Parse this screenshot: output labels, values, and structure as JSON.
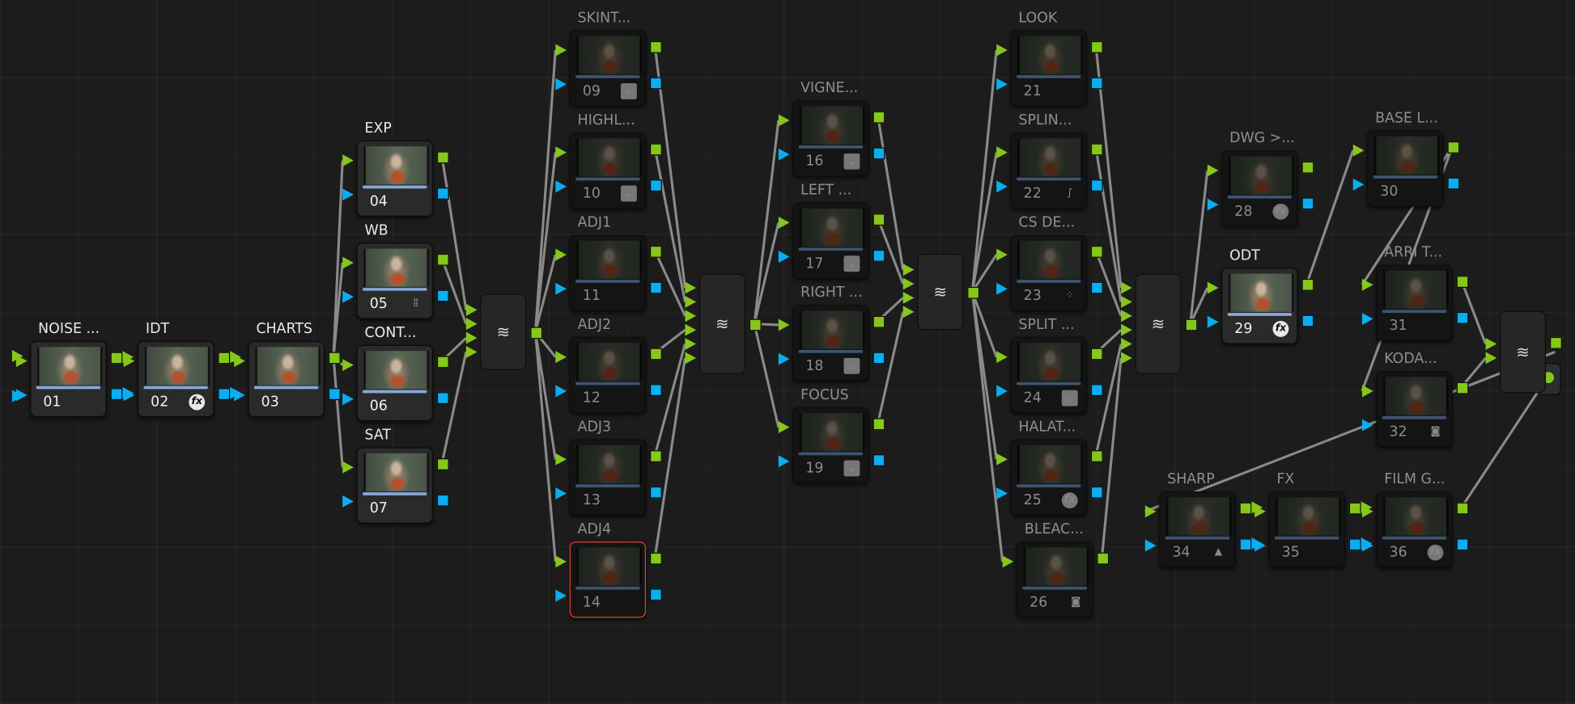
{
  "nodes": [
    {
      "id": "01",
      "label": "NOISE ...",
      "icon": "",
      "state": "active"
    },
    {
      "id": "02",
      "label": "IDT",
      "icon": "fx",
      "state": "active"
    },
    {
      "id": "03",
      "label": "CHARTS",
      "icon": "",
      "state": "active"
    },
    {
      "id": "04",
      "label": "EXP",
      "icon": "",
      "state": "active"
    },
    {
      "id": "05",
      "label": "WB",
      "icon": "bars",
      "state": "active"
    },
    {
      "id": "06",
      "label": "CONT...",
      "icon": "",
      "state": "active"
    },
    {
      "id": "07",
      "label": "SAT",
      "icon": "",
      "state": "active"
    },
    {
      "id": "09",
      "label": "SKINT...",
      "icon": "check",
      "state": "dim"
    },
    {
      "id": "10",
      "label": "HIGHL...",
      "icon": "check",
      "state": "dim"
    },
    {
      "id": "11",
      "label": "ADJ1",
      "icon": "",
      "state": "dim"
    },
    {
      "id": "12",
      "label": "ADJ2",
      "icon": "",
      "state": "dim"
    },
    {
      "id": "13",
      "label": "ADJ3",
      "icon": "",
      "state": "dim"
    },
    {
      "id": "14",
      "label": "ADJ4",
      "icon": "",
      "state": "dim",
      "selected": true
    },
    {
      "id": "16",
      "label": "VIGNE...",
      "icon": "check",
      "state": "dim"
    },
    {
      "id": "17",
      "label": "LEFT ...",
      "icon": "check",
      "state": "dim"
    },
    {
      "id": "18",
      "label": "RIGHT ...",
      "icon": "check",
      "state": "dim"
    },
    {
      "id": "19",
      "label": "FOCUS",
      "icon": "check",
      "state": "dim"
    },
    {
      "id": "21",
      "label": "LOOK",
      "icon": "",
      "state": "dim"
    },
    {
      "id": "22",
      "label": "SPLIN...",
      "icon": "curve",
      "state": "dim"
    },
    {
      "id": "23",
      "label": "CS DE...",
      "icon": "grid",
      "state": "dim"
    },
    {
      "id": "24",
      "label": "SPLIT ...",
      "icon": "check",
      "state": "dim"
    },
    {
      "id": "25",
      "label": "HALAT...",
      "icon": "fx",
      "state": "dim"
    },
    {
      "id": "26",
      "label": "BLEAC...",
      "icon": "compound",
      "state": "dim"
    },
    {
      "id": "28",
      "label": "DWG >...",
      "icon": "fx",
      "state": "dim"
    },
    {
      "id": "29",
      "label": "ODT",
      "icon": "fx",
      "state": "active"
    },
    {
      "id": "30",
      "label": "BASE L...",
      "icon": "",
      "state": "dim"
    },
    {
      "id": "31",
      "label": "ARRI T...",
      "icon": "",
      "state": "dim"
    },
    {
      "id": "32",
      "label": "KODA...",
      "icon": "compound",
      "state": "dim"
    },
    {
      "id": "34",
      "label": "SHARP",
      "icon": "drops",
      "state": "dim"
    },
    {
      "id": "35",
      "label": "FX",
      "icon": "",
      "state": "dim"
    },
    {
      "id": "36",
      "label": "FILM G...",
      "icon": "fx",
      "state": "dim"
    }
  ],
  "icons": {
    "fx": "fx",
    "check": "⌄",
    "bars": "⦙⦙",
    "curve": "∫",
    "grid": "⁘",
    "compound": "◙",
    "drops": "▲"
  },
  "mixers": [
    {
      "id": "m1",
      "inputs": 4
    },
    {
      "id": "m2",
      "inputs": 6
    },
    {
      "id": "m3",
      "inputs": 4
    },
    {
      "id": "m4",
      "inputs": 6
    },
    {
      "id": "m5",
      "inputs": 2
    }
  ],
  "edges": [
    [
      "01",
      "02"
    ],
    [
      "02",
      "03"
    ],
    [
      "03",
      "04"
    ],
    [
      "03",
      "05"
    ],
    [
      "03",
      "06"
    ],
    [
      "03",
      "07"
    ],
    [
      "04",
      "m1"
    ],
    [
      "05",
      "m1"
    ],
    [
      "06",
      "m1"
    ],
    [
      "07",
      "m1"
    ],
    [
      "m1",
      "09"
    ],
    [
      "m1",
      "10"
    ],
    [
      "m1",
      "11"
    ],
    [
      "m1",
      "12"
    ],
    [
      "m1",
      "13"
    ],
    [
      "m1",
      "14"
    ],
    [
      "09",
      "m2"
    ],
    [
      "10",
      "m2"
    ],
    [
      "11",
      "m2"
    ],
    [
      "12",
      "m2"
    ],
    [
      "13",
      "m2"
    ],
    [
      "14",
      "m2"
    ],
    [
      "m2",
      "16"
    ],
    [
      "m2",
      "17"
    ],
    [
      "m2",
      "18"
    ],
    [
      "m2",
      "19"
    ],
    [
      "16",
      "m3"
    ],
    [
      "17",
      "m3"
    ],
    [
      "18",
      "m3"
    ],
    [
      "19",
      "m3"
    ],
    [
      "m3",
      "21"
    ],
    [
      "m3",
      "22"
    ],
    [
      "m3",
      "23"
    ],
    [
      "m3",
      "24"
    ],
    [
      "m3",
      "25"
    ],
    [
      "m3",
      "26"
    ],
    [
      "21",
      "m4"
    ],
    [
      "22",
      "m4"
    ],
    [
      "23",
      "m4"
    ],
    [
      "24",
      "m4"
    ],
    [
      "25",
      "m4"
    ],
    [
      "26",
      "m4"
    ],
    [
      "m4",
      "28"
    ],
    [
      "m4",
      "29"
    ],
    [
      "29",
      "30"
    ],
    [
      "30",
      "31"
    ],
    [
      "30",
      "32"
    ],
    [
      "31",
      "m5"
    ],
    [
      "32",
      "m5"
    ],
    [
      "m5",
      "34"
    ],
    [
      "34",
      "35"
    ],
    [
      "35",
      "36"
    ],
    [
      "36",
      "out"
    ]
  ],
  "colors": {
    "rgb": "#86c71a",
    "alpha": "#0aaef0",
    "selected": "#e0402a"
  }
}
